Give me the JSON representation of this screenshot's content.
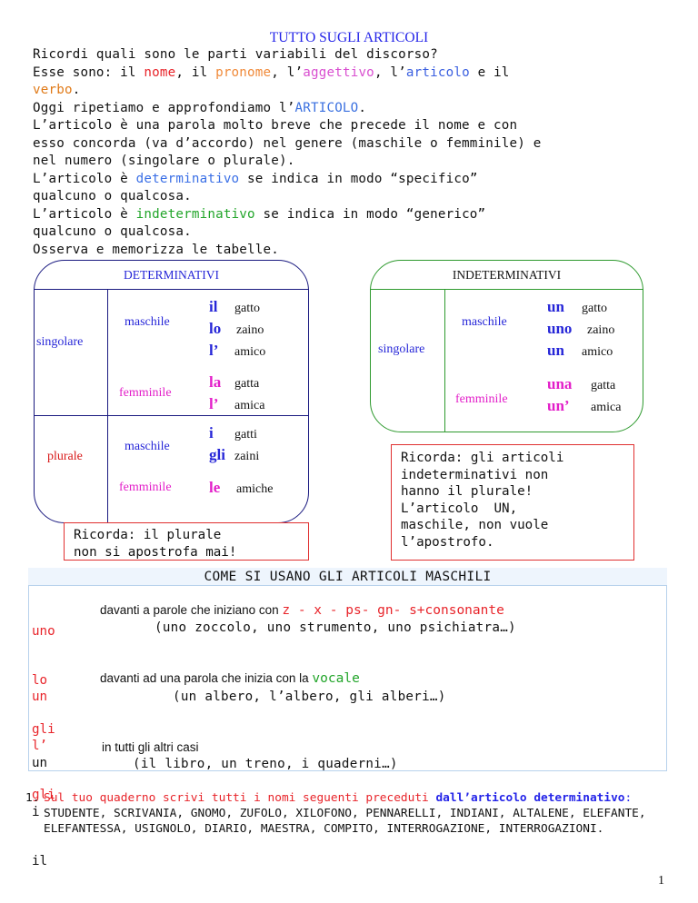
{
  "title": "TUTTO SUGLI ARTICOLI",
  "intro": {
    "l1": "Ricordi quali sono le parti variabili del discorso?",
    "l2_a": "Esse sono: il ",
    "l2_nome": "nome",
    "l2_b": ", il ",
    "l2_pronome": "pronome",
    "l2_c": ", l’",
    "l2_aggettivo": "aggettivo",
    "l2_d": ", l’",
    "l2_articolo": "articolo",
    "l2_e": " e il",
    "l3_verbo": "verbo",
    "l3_dot": ".",
    "l4_a": "Oggi ripetiamo e approfondiamo l’",
    "l4_articolo": "ARTICOLO",
    "l4_dot": ".",
    "l5": "L’articolo è una parola molto breve che precede il nome e con",
    "l6": "esso concorda (va d’accordo) nel genere (maschile o femminile) e",
    "l7": "nel numero (singolare o plurale).",
    "l8_a": "L’articolo è ",
    "l8_det": "determinativo",
    "l8_b": " se indica in modo “specifico”",
    "l9": "qualcuno o qualcosa.",
    "l10_a": "L’articolo è ",
    "l10_ind": "indeterminativo",
    "l10_b": " se indica in modo “generico”",
    "l11": "qualcuno o qualcosa.",
    "l12": "Osserva e memorizza le tabelle."
  },
  "det": {
    "header": "DETERMINATIVI",
    "singolare": "singolare",
    "plurale": "plurale",
    "maschile": "maschile",
    "femminile": "femminile",
    "sm": [
      {
        "art": "il",
        "noun": "gatto"
      },
      {
        "art": "lo",
        "noun": "zaino"
      },
      {
        "art": "l’",
        "noun": "amico"
      }
    ],
    "sf": [
      {
        "art": "la",
        "noun": "gatta"
      },
      {
        "art": "l’",
        "noun": "amica"
      }
    ],
    "pm": [
      {
        "art": "i",
        "noun": "gatti"
      },
      {
        "art": "gli",
        "noun": "zaini"
      }
    ],
    "pf": [
      {
        "art": "le",
        "noun": "amiche"
      }
    ]
  },
  "ind": {
    "header": "INDETERMINATIVI",
    "singolare": "singolare",
    "maschile": "maschile",
    "femminile": "femminile",
    "sm": [
      {
        "art": "un",
        "noun": "gatto"
      },
      {
        "art": "uno",
        "noun": "zaino"
      },
      {
        "art": "un",
        "noun": "amico"
      }
    ],
    "sf": [
      {
        "art": "una",
        "noun": "gatta"
      },
      {
        "art": "un’",
        "noun": "amica"
      }
    ]
  },
  "note1": {
    "l1": "Ricorda: il plurale",
    "l2": "non si apostrofa mai!"
  },
  "note2": {
    "l1": "Ricorda: gli articoli",
    "l2": "indeterminativi non",
    "l3": "hanno il plurale!",
    "l4": "L’articolo  UN,",
    "l5": "maschile, non vuole",
    "l6": "l’apostrofo."
  },
  "uso": {
    "header": "COME SI USANO GLI ARTICOLI MASCHILI",
    "g1": {
      "arts": [
        "uno",
        "lo",
        "gli"
      ],
      "desc": "davanti a parole che iniziano con ",
      "spec": "z - x - ps- gn- s+consonante",
      "ex": "(uno zoccolo, uno strumento, uno psichiatra…)"
    },
    "g2": {
      "arts": [
        "un",
        "l’",
        "gli"
      ],
      "desc": "davanti ad una parola che inizia con la ",
      "spec": "vocale",
      "ex": "(un albero, l’albero, gli alberi…)"
    },
    "g3": {
      "arts": [
        "un",
        "i",
        "il"
      ],
      "desc": "in tutti gli altri casi",
      "ex": "(il libro, un treno, i quaderni…)"
    }
  },
  "exercise": {
    "num": "1.",
    "red": "Sul tuo quaderno scrivi tutti i nomi seguenti preceduti ",
    "bold": "dall’articolo determinativo",
    "colon": ":",
    "words": " STUDENTE, SCRIVANIA, GNOMO, ZUFOLO, XILOFONO, PENNARELLI, INDIANI, ALTALENE, ELEFANTE, ELEFANTESSA, USIGNOLO, DIARIO, MAESTRA, COMPITO, INTERROGAZIONE, INTERROGAZIONI."
  },
  "page_number": "1",
  "colors": {
    "blue_text": "#2424e8",
    "magenta": "#e31fc9",
    "green": "#2e9a2e",
    "red": "#d81818",
    "navy_border": "#1a1a80",
    "light_blue_border": "#b8d2ec"
  }
}
